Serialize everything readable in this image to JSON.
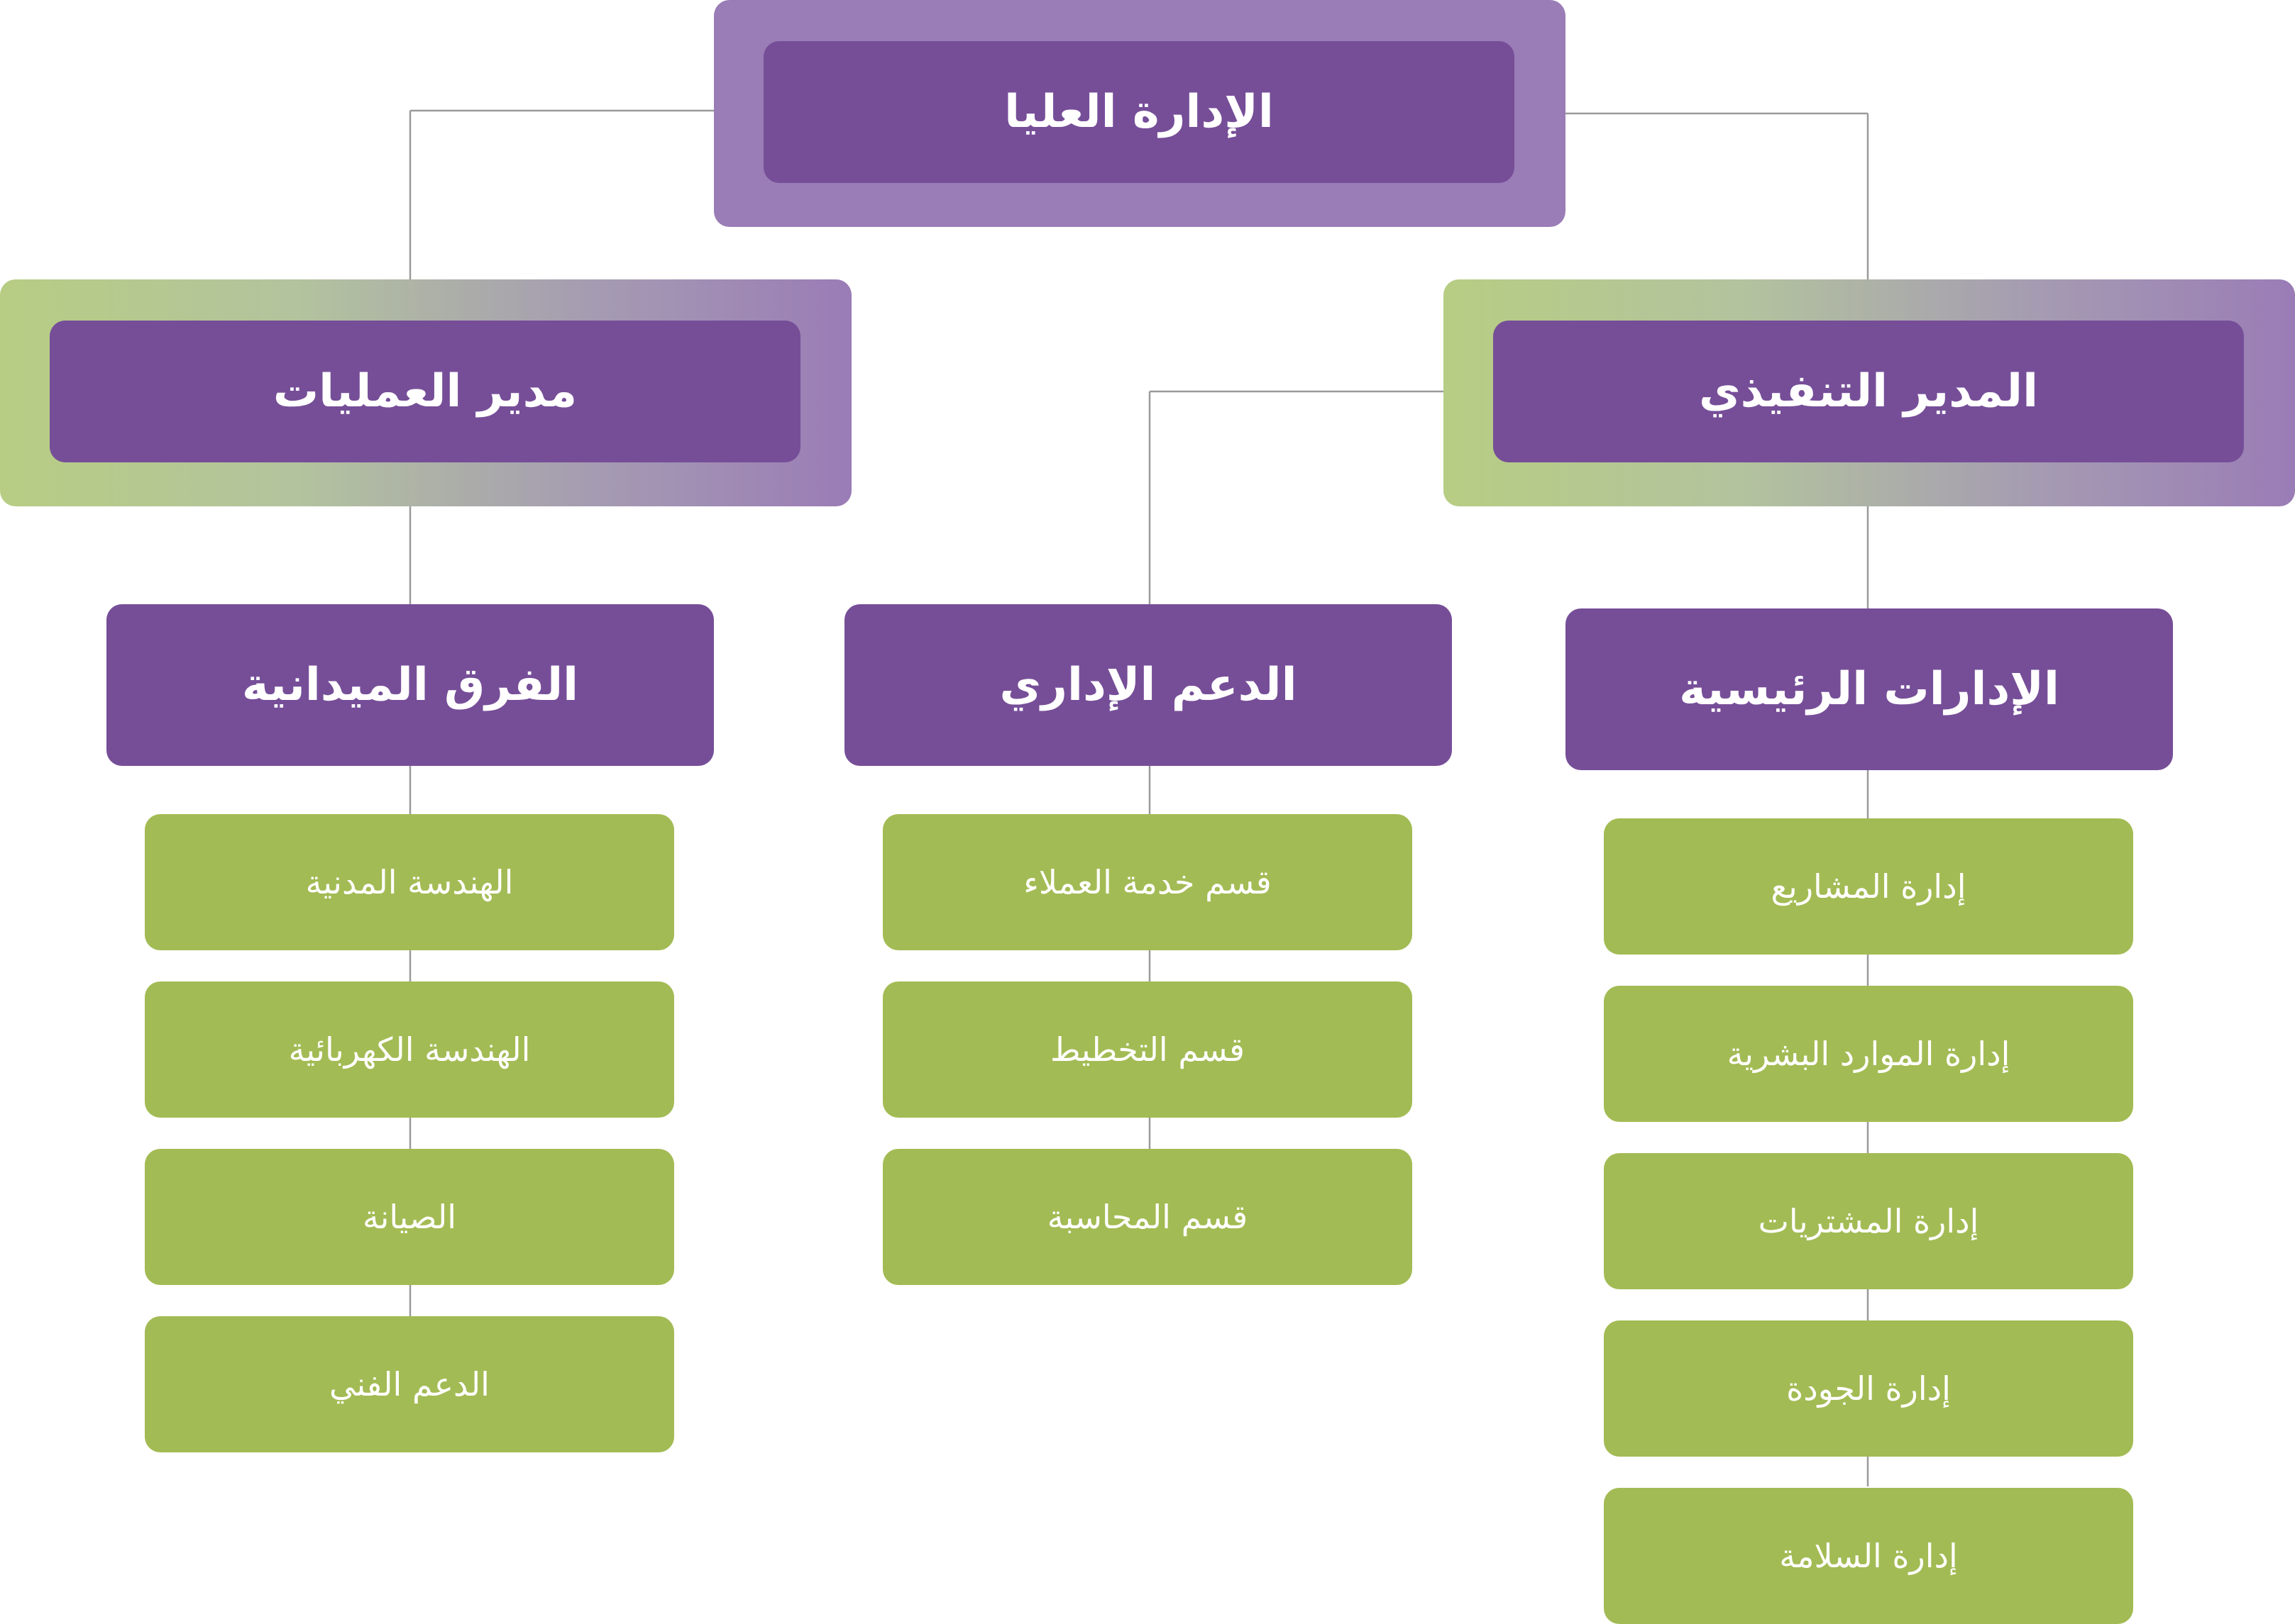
{
  "chart_data": {
    "type": "org-chart",
    "root": {
      "label": "الإدارة العليا"
    },
    "managers": [
      {
        "id": "ops",
        "label": "مدير العمليات"
      },
      {
        "id": "exec",
        "label": "المدير التنفيذي"
      }
    ],
    "groups": [
      {
        "id": "field",
        "parent": "ops",
        "label": "الفرق الميدانية",
        "items": [
          "الهندسة المدنية",
          "الهندسة الكهربائية",
          "الصيانة",
          "الدعم الفني"
        ]
      },
      {
        "id": "admin",
        "parent": "exec",
        "label": "الدعم الإداري",
        "items": [
          "قسم خدمة العملاء",
          "قسم التخطيط",
          "قسم المحاسبة"
        ]
      },
      {
        "id": "main",
        "parent": "exec",
        "label": "الإدارات الرئيسية",
        "items": [
          "إدارة المشاريع",
          "إدارة الموارد البشرية",
          "إدارة المشتريات",
          "إدارة الجودة",
          "إدارة السلامة"
        ]
      }
    ]
  },
  "colors": {
    "primary_box": "#764e98",
    "top_frame": "#9a7db6",
    "leaf_box": "#a3bb54",
    "frame_gradient_start": "#b7cd83",
    "connector": "#9a9a9a",
    "text": "#ffffff"
  }
}
